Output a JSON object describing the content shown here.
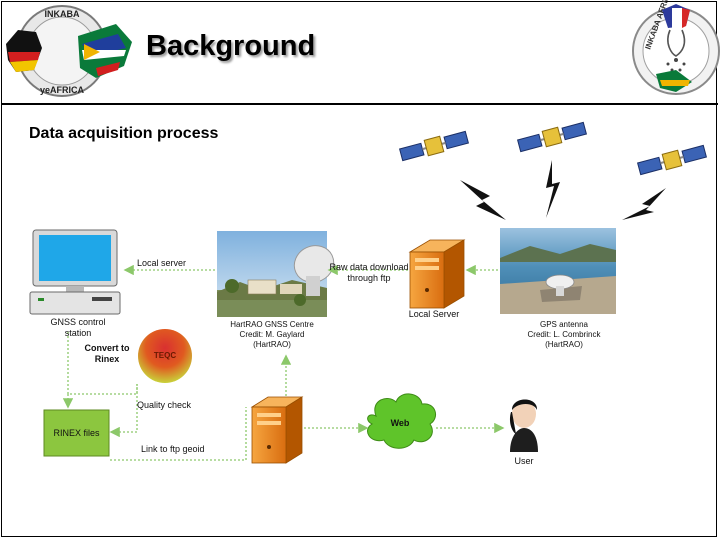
{
  "slide": {
    "title": "Background",
    "subtitle": "Data acquisition process"
  },
  "logos": {
    "left": {
      "top_text": "INKABA",
      "bottom_text": "yeAFRICA"
    },
    "right": {
      "text": "INKABA AFRICA"
    }
  },
  "diagram": {
    "local_server_arrow": "Local server",
    "raw_download_line1": "Raw data download",
    "raw_download_line2": "through ftp",
    "hartrao_line1": "HartRAO GNSS Centre",
    "hartrao_line2": "Credit: M. Gaylard",
    "hartrao_line3": "(HartRAO)",
    "local_server_label": "Local Server",
    "gps_line1": "GPS antenna",
    "gps_line2": "Credit: L. Combrinck",
    "gps_line3": "(HartRAO)",
    "gnss_line1": "GNSS control",
    "gnss_line2": "station",
    "convert_line1": "Convert to",
    "convert_line2": "Rinex",
    "teqc": "TEQC",
    "quality_check": "Quality check",
    "rinex_files": "RINEX files",
    "link_ftp": "Link to ftp geoid",
    "web": "Web",
    "user": "User"
  },
  "colors": {
    "arrow_green": "#9bd27a",
    "server_orange": "#f08a1a",
    "rinex_green": "#8cc63f",
    "web_green": "#5fc42a"
  }
}
